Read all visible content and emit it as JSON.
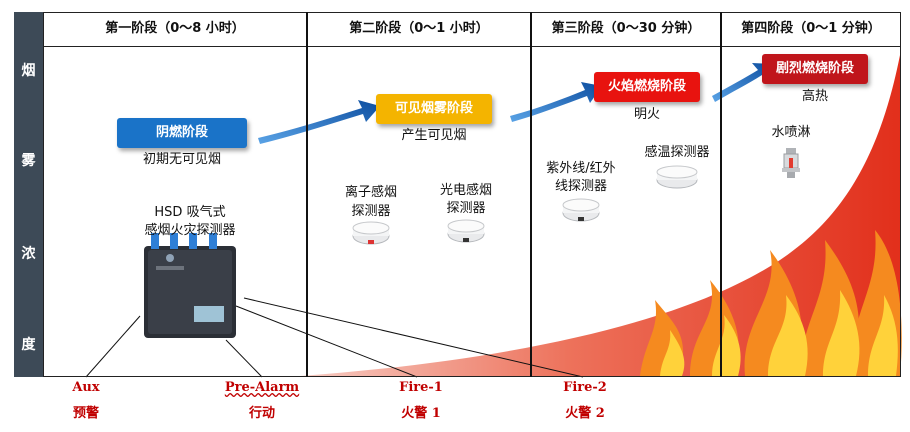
{
  "side_label": [
    "烟",
    "雾",
    "浓",
    "度"
  ],
  "stages": [
    {
      "header": "第一阶段（0～8 小时）",
      "badge": "阴燃阶段",
      "badge_color": "#1a73c8",
      "note": "初期无可见烟"
    },
    {
      "header": "第二阶段（0～1 小时）",
      "badge": "可见烟雾阶段",
      "badge_color": "#f4b400",
      "note": "产生可见烟"
    },
    {
      "header": "第三阶段（0～30 分钟）",
      "badge": "火焰燃烧阶段",
      "badge_color": "#e8130f",
      "note": "明火"
    },
    {
      "header": "第四阶段（0～1 分钟）",
      "badge": "剧烈燃烧阶段",
      "badge_color": "#c0151b",
      "note": "高热"
    }
  ],
  "device": {
    "line1": "HSD 吸气式",
    "line2": "感烟火灾探测器"
  },
  "detectors": {
    "ion": [
      "离子感烟",
      "探测器"
    ],
    "photo": [
      "光电感烟",
      "探测器"
    ],
    "uvir": [
      "紫外线/红外",
      "线探测器"
    ],
    "heat": "感温探测器",
    "sprinkler": "水喷淋"
  },
  "alarms": [
    {
      "en": "Aux",
      "cn": "预警"
    },
    {
      "en": "Pre-Alarm",
      "cn": "行动"
    },
    {
      "en": "Fire-1",
      "cn": "火警 1"
    },
    {
      "en": "Fire-2",
      "cn": "火警 2"
    }
  ],
  "colors": {
    "side_bar": "#3d4a57",
    "fire": "#e53b1b",
    "alarm_text": "#c00000",
    "arrow": "#1f6fc0"
  }
}
